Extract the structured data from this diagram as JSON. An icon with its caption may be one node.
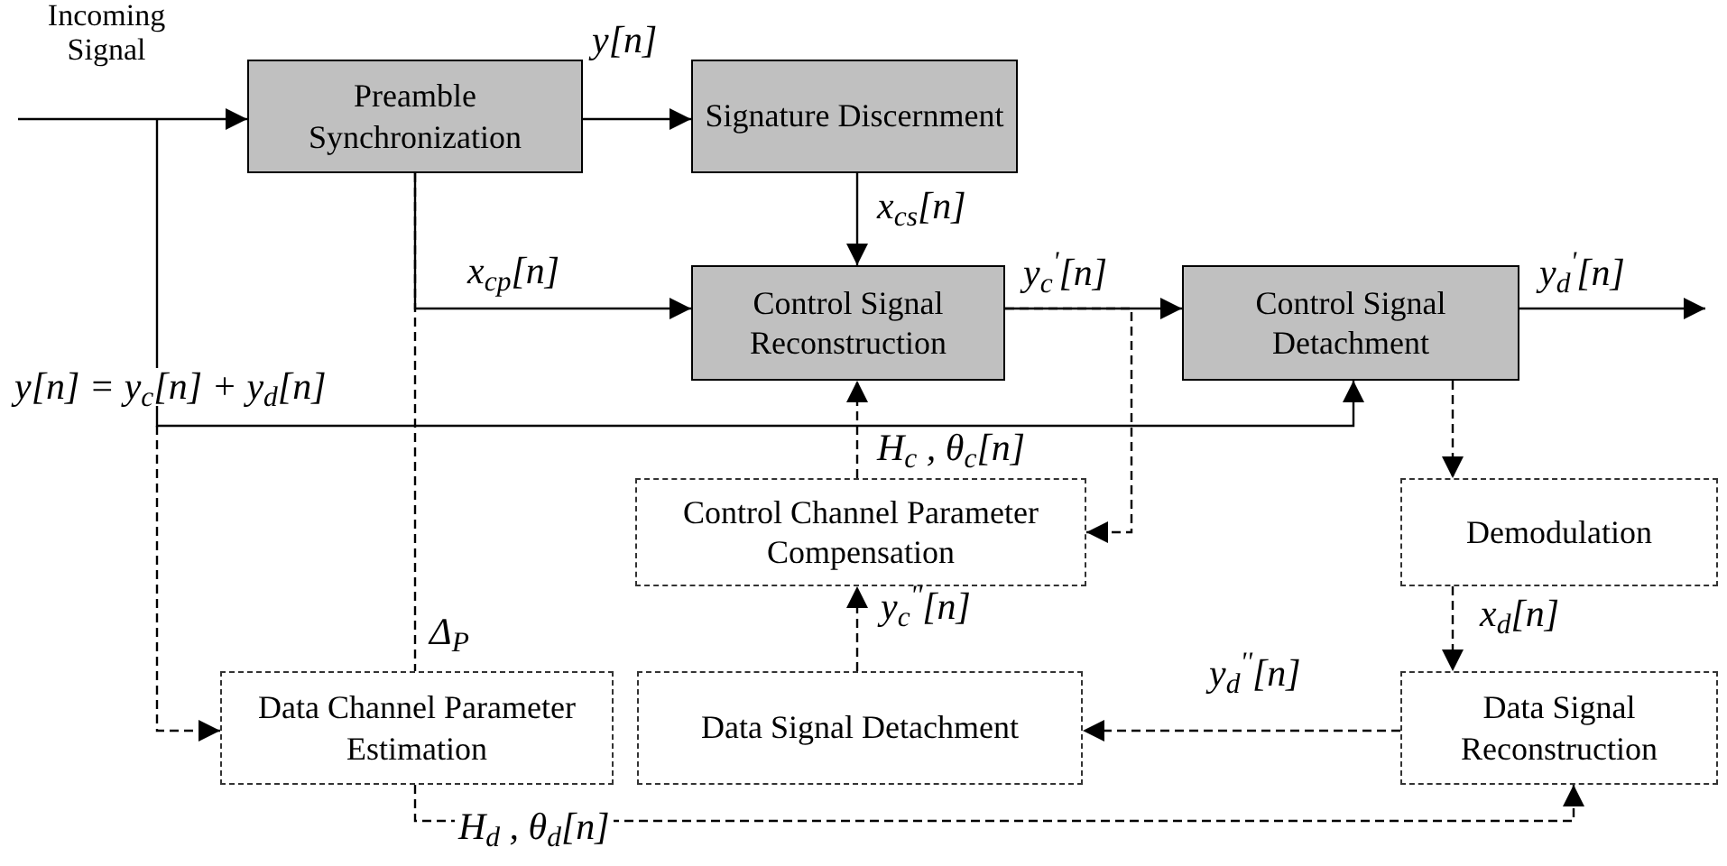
{
  "diagram": {
    "nodes": [
      {
        "text": [
          "Preamble Synchronization"
        ]
      },
      {
        "text": [
          "Signature Discernment"
        ]
      },
      {
        "text": [
          "Control Signal Reconstruction"
        ]
      },
      {
        "text": [
          "Control Signal Detachment"
        ]
      },
      {
        "text": [
          "Control Channel Parameter Compensation"
        ]
      },
      {
        "text": [
          "Demodulation"
        ]
      },
      {
        "text": [
          "Data Channel Parameter Estimation"
        ]
      },
      {
        "text": [
          "Data Signal Detachment"
        ]
      },
      {
        "text": [
          "Data Signal Reconstruction"
        ]
      }
    ],
    "edges": [
      {
        "from": null,
        "to": 0,
        "arrow": "to"
      },
      {
        "from": 0,
        "to": 1,
        "arrow": "to",
        "label": "y[n]"
      },
      {
        "from": 1,
        "to": 2,
        "arrow": "to",
        "label": "x$_{cs}$[n]"
      },
      {
        "from": 0,
        "to": 2,
        "arrow": "to",
        "label": "x$_{cp}$[n]"
      },
      {
        "from": 2,
        "to": 3,
        "arrow": "to",
        "label": "y$_{c}$$^{'}$[n]"
      },
      {
        "from": 2,
        "to": 4,
        "arrow": "to",
        "style": "dashed"
      },
      {
        "from": 4,
        "to": 2,
        "arrow": "to",
        "style": "dashed",
        "label": "H$_{c}$ , θ$_{c}$[n]"
      },
      {
        "from": null,
        "to": 3,
        "arrow": "to",
        "label": "y[n] = y$_{c}$[n] + y$_{d}$[n]"
      },
      {
        "from": null,
        "to": 6,
        "arrow": "to",
        "style": "dashed"
      },
      {
        "from": 0,
        "to": 6,
        "arrow": "none",
        "style": "dashed",
        "label": "Δ$_{P}$"
      },
      {
        "from": 3,
        "to": null,
        "arrow": "to",
        "label": "y$_{d}$$^{'}$[n]"
      },
      {
        "from": 3,
        "to": 5,
        "arrow": "to",
        "style": "dashed"
      },
      {
        "from": 5,
        "to": 8,
        "arrow": "to",
        "style": "dashed",
        "label": "x$_{d}$[n]"
      },
      {
        "from": 8,
        "to": 7,
        "arrow": "to",
        "style": "dashed",
        "label": "y$_{d}$$^{''}$[n]"
      },
      {
        "from": 7,
        "to": 4,
        "arrow": "to",
        "style": "dashed",
        "label": "y$_{c}$$^{''}$[n]"
      },
      {
        "from": 6,
        "to": 8,
        "arrow": "to",
        "style": "dashed",
        "label": "H$_{d}$ , θ$_{d}$[n]"
      }
    ],
    "labels": [
      "Incoming Signal"
    ]
  }
}
